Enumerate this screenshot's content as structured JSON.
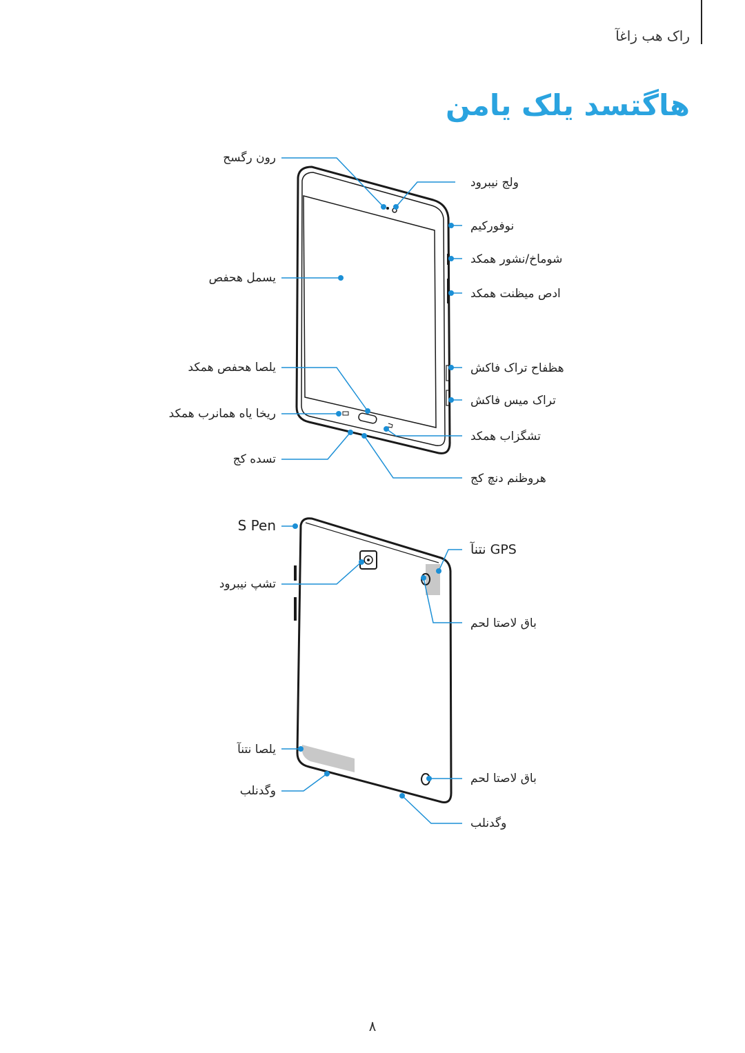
{
  "header": {
    "section": "راک هب زاغآ",
    "title": "هاگتسد یلک یامن"
  },
  "front_view": {
    "labels": {
      "light_sensor": "رون رگسح",
      "front_camera": "ولج نیبرود",
      "microphone": "نوفورکیم",
      "power_key": "شوماخ/نشور همکد",
      "touchscreen": "یسمل هحفص",
      "volume_key": "ادص میظنت همکد",
      "memory_card_slot": "هظفاح تراک فاکش",
      "home_key": "یلصا هحفص همکد",
      "sim_card_slot": "تراک میس فاکش",
      "recent_apps_key": "ریخا یاه همانرب همکد",
      "back_key": "تشگزاب همکد",
      "headset_jack": "تسده کج",
      "multipurpose_jack": "هروظنم دنچ کج"
    }
  },
  "rear_view": {
    "labels": {
      "s_pen": "S Pen",
      "gps_antenna": "GPS نتنآ",
      "rear_camera": "تشپ نیبرود",
      "cover_notch_top": "باق لاصتا لحم",
      "main_antenna": "یلصا نتنآ",
      "cover_notch_bottom": "باق لاصتا لحم",
      "speaker_left": "وگدنلب",
      "speaker_right": "وگدنلب"
    }
  },
  "footer": {
    "page_number": "۸"
  },
  "colors": {
    "accent": "#2aa3df",
    "callout": "#1b8fd6",
    "device_stroke": "#1a1a1a",
    "antenna_fill": "#c8c8c8"
  }
}
